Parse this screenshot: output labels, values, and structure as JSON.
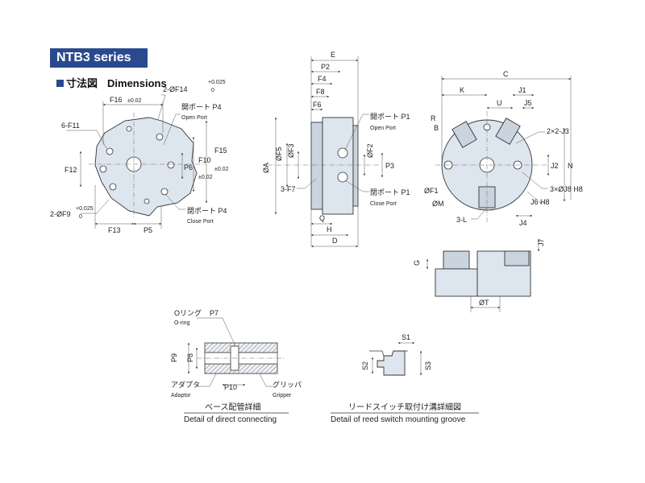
{
  "series_title": "NTB3 series",
  "heading": {
    "ja": "寸法図",
    "en": "Dimensions"
  },
  "front_view": {
    "f16": "F16",
    "f16_tol": "±0.02",
    "f14": "2-ØF14",
    "f14_tol_plus": "+0.025",
    "f14_tol_zero": "0",
    "open_port_ja": "開ポート P4",
    "open_port_en": "Open Port",
    "f11": "6-F11",
    "f12": "F12",
    "f15": "F15",
    "f15_tol": "±0.02",
    "f10": "F10",
    "f10_tol": "±0.02",
    "p6": "P6",
    "f9": "2-ØF9",
    "f9_tol_plus": "+0.025",
    "f9_tol_zero": "0",
    "f13": "F13",
    "p5": "P5",
    "close_port_ja": "閉ポート P4",
    "close_port_en": "Close Port"
  },
  "side_view": {
    "e": "E",
    "p2": "P2",
    "f4": "F4",
    "f8": "F8",
    "f6": "F6",
    "open_port_ja": "開ポート P1",
    "open_port_en": "Open Port",
    "a": "ØA",
    "f5": "ØF5",
    "f3": "ØF3",
    "f2": "ØF2",
    "p3": "P3",
    "f7": "3-F7",
    "close_port_ja": "閉ポート P1",
    "close_port_en": "Close Port",
    "q": "Q",
    "h": "H",
    "d": "D"
  },
  "rear_view": {
    "c": "C",
    "k": "K",
    "j1": "J1",
    "u": "U",
    "j5": "J5",
    "r": "R",
    "b": "B",
    "j3": "2×2-J3",
    "n": "N",
    "j2": "J2",
    "j8": "3×ØJ8 H8",
    "f1": "ØF1",
    "m": "ØM",
    "j6": "J6 H8",
    "l": "3-L",
    "j4": "J4"
  },
  "bottom_view": {
    "j7": "J7",
    "g": "G",
    "t": "ØT"
  },
  "direct_detail": {
    "oring_ja": "Oリング",
    "p7": "P7",
    "oring_en": "O-ring",
    "p9": "P9",
    "p8": "P8",
    "adaptor_ja": "アダプタ",
    "adaptor_en": "Adaptor",
    "p10": "P10",
    "gripper_ja": "グリッパ",
    "gripper_en": "Gripper",
    "caption_ja": "ベース配管詳細",
    "caption_en": "Detail of direct connecting"
  },
  "groove_detail": {
    "s1": "S1",
    "s2": "S2",
    "s3": "S3",
    "caption_ja": "リードスイッチ取付け溝詳細図",
    "caption_en": "Detail of reed switch mounting groove"
  },
  "colors": {
    "accent": "#2a4a8e",
    "body_fill": "#dde6ef"
  }
}
